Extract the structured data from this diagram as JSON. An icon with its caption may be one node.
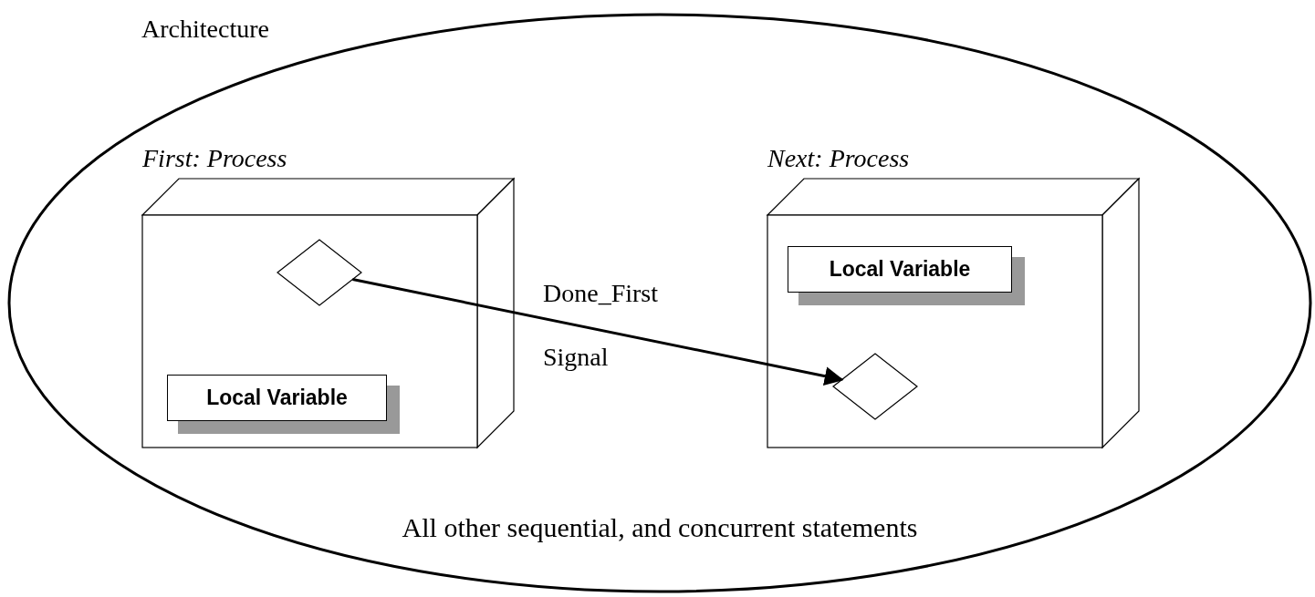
{
  "diagram": {
    "nodes": [
      {
        "text": [
          "Architecture",
          "All other sequential, and concurrent statements"
        ]
      },
      {
        "text": [
          "First: Process"
        ],
        "in": 0
      },
      {
        "text": [],
        "shape": "diamond",
        "in": 1
      },
      {
        "text": [
          "Local Variable"
        ],
        "in": 1
      },
      {
        "text": [
          "Next: Process"
        ],
        "in": 0
      },
      {
        "text": [
          "Local Variable"
        ],
        "in": 4
      },
      {
        "text": [],
        "shape": "diamond",
        "in": 4
      }
    ],
    "edges": [
      {
        "from": 2,
        "to": 6,
        "arrow": "to",
        "label": "Done_First Signal"
      }
    ]
  }
}
